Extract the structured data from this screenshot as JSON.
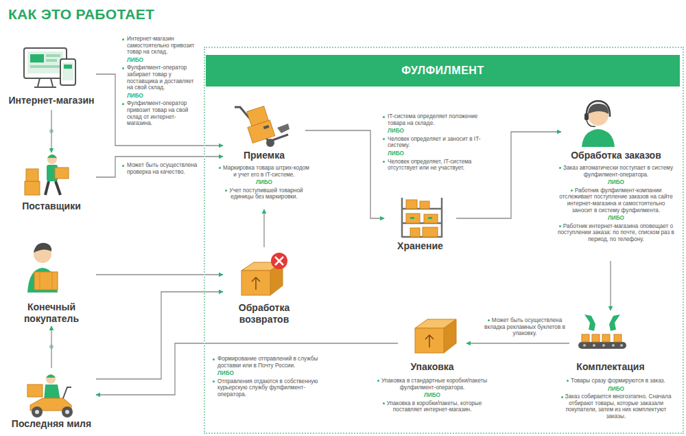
{
  "diagram": {
    "title": "КАК ЭТО РАБОТАЕТ",
    "nodes": [
      {
        "text": [
          "Интернет-магазин"
        ]
      },
      {
        "text": [
          "Поставщики"
        ]
      },
      {
        "text": [
          "Конечный покупатель"
        ]
      },
      {
        "text": [
          "Последняя миля"
        ]
      },
      {
        "text": [
          "ФУЛФИЛМЕНТ"
        ]
      },
      {
        "text": [
          "Приемка"
        ],
        "in": 4
      },
      {
        "text": [
          "Хранение"
        ],
        "in": 4
      },
      {
        "text": [
          "Обработка заказов"
        ],
        "in": 4
      },
      {
        "text": [
          "Обработка возвратов"
        ],
        "in": 4
      },
      {
        "text": [
          "Комплектация"
        ],
        "in": 4
      },
      {
        "text": [
          "Упаковка"
        ],
        "in": 4
      }
    ],
    "edges": [
      {
        "from": 0,
        "to": 5,
        "arrow": "to"
      },
      {
        "from": 1,
        "to": 5,
        "arrow": "to"
      },
      {
        "from": 0,
        "to": 1,
        "arrow": "to"
      },
      {
        "from": 3,
        "to": 2,
        "arrow": "to"
      },
      {
        "from": 2,
        "to": 8,
        "arrow": "to"
      },
      {
        "from": 3,
        "to": 8,
        "arrow": "to"
      },
      {
        "from": 10,
        "to": 3,
        "arrow": "to"
      },
      {
        "from": 8,
        "to": 5,
        "arrow": "to"
      },
      {
        "from": 5,
        "to": 6,
        "arrow": "to"
      },
      {
        "from": 6,
        "to": 7,
        "arrow": "to"
      },
      {
        "from": 7,
        "to": 9,
        "arrow": "to"
      },
      {
        "from": 9,
        "to": 10,
        "arrow": "to"
      }
    ],
    "labels": [
      "Интернет-магазин самостоятельно привозит товар на склад.",
      "ЛИБО",
      "Фулфилмент-оператор забирает товар у поставщика и доставляет на свой склад.",
      "ЛИБО",
      "Фулфилмент-оператор привозит товар на свой склад от интернет-магазина.",
      "Может быть осуществлена проверка на качество.",
      "Маркировка товара штрих-кодом и учет его в IT-системе.",
      "ЛИБО",
      "Учет поступившей товарной единицы без маркировки.",
      "IT-система определяет положение товара на складе.",
      "ЛИБО",
      "Человек определяет и заносит в IT-систему.",
      "ЛИБО",
      "Человек определяет, IT-система отсутствует или не участвует.",
      "Заказ автоматически поступает в систему фулфилмент-оператора.",
      "ЛИБО",
      "Работник фулфилмент-компании отслеживает поступление заказов на сайте интернет-магазина и самостоятельно заносит в систему фулфилмента.",
      "ЛИБО",
      "Работник интернет-магазина оповещает о поступлении заказа: по почте, списком раз в период, по телефону.",
      "Может быть осуществлена вкладка рекламных буклетов в упаковку.",
      "Товары сразу формируются в заказ.",
      "ЛИБО",
      "Заказ собирается многоэтапно. Сначала отбирают товары, которые заказали покупатели, затем из них комплектуют заказы.",
      "Упаковка в стандартные коробки/пакеты фулфилмент-оператора.",
      "ЛИБО",
      "Упаковка в коробки/пакеты, которые поставляет интернет-магазин.",
      "Формирование отправлений в службы доставки или в Почту России.",
      "ЛИБО",
      "Отправления отдаются в собственную курьерскую службу фулфилмент-оператора."
    ]
  }
}
